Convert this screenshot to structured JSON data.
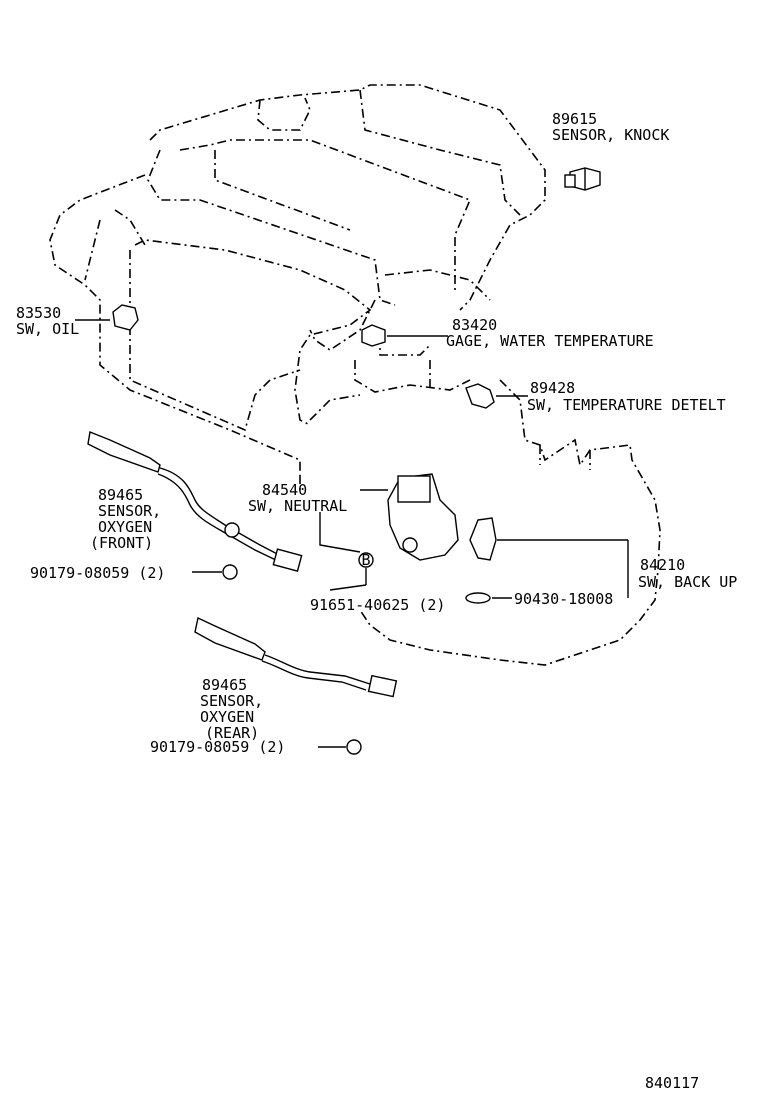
{
  "parts": {
    "knock_sensor": {
      "number": "89615",
      "name": "SENSOR, KNOCK"
    },
    "oil_switch": {
      "number": "83530",
      "name": "SW, OIL"
    },
    "water_temp_gage": {
      "number": "83420",
      "name": "GAGE, WATER TEMPERATURE"
    },
    "temp_detector_switch": {
      "number": "89428",
      "name": "SW, TEMPERATURE DETELT"
    },
    "oxygen_sensor_front": {
      "number": "89465",
      "name_line1": "SENSOR,",
      "name_line2": "OXYGEN",
      "name_line3": "(FRONT)"
    },
    "front_nut": {
      "number": "90179-08059 (2)"
    },
    "neutral_switch": {
      "number": "84540",
      "name": "SW, NEUTRAL"
    },
    "neutral_bolt": {
      "number": "91651-40625 (2)",
      "marker": "B"
    },
    "backup_switch": {
      "number": "84210",
      "name": "SW, BACK UP"
    },
    "gasket": {
      "number": "90430-18008"
    },
    "oxygen_sensor_rear": {
      "number": "89465",
      "name_line1": "SENSOR,",
      "name_line2": "OXYGEN",
      "name_line3": "(REAR)"
    },
    "rear_nut": {
      "number": "90179-08059 (2)"
    }
  },
  "figure_id": "840117"
}
